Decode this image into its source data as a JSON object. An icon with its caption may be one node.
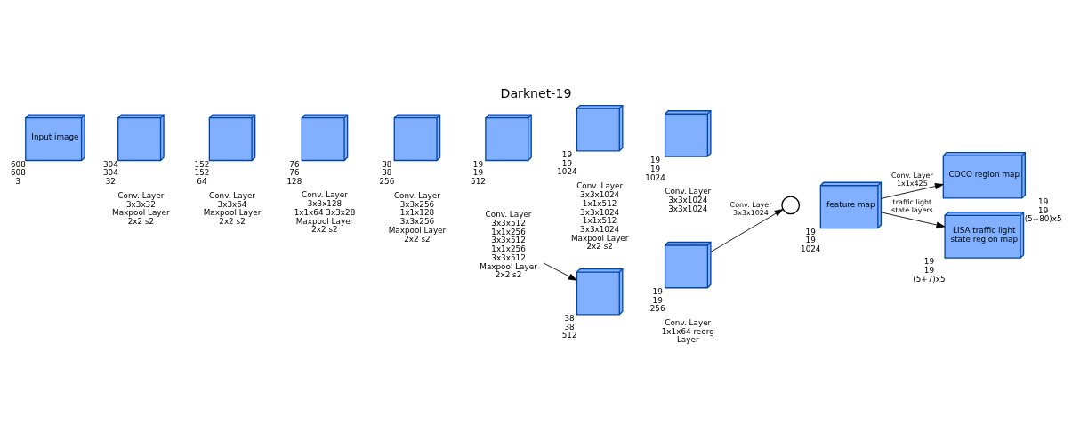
{
  "diagram": {
    "title": "Darknet-19",
    "nodes": [
      {
        "text": [
          "Input image"
        ],
        "beside": [
          "608",
          "608",
          "3"
        ]
      },
      {
        "text": [],
        "shape": "box",
        "beside": [
          "304",
          "304",
          "32"
        ]
      },
      {
        "text": [],
        "shape": "box",
        "beside": [
          "152",
          "152",
          "64"
        ]
      },
      {
        "text": [],
        "shape": "box",
        "beside": [
          "76",
          "76",
          "128"
        ]
      },
      {
        "text": [],
        "shape": "box",
        "beside": [
          "38",
          "38",
          "256"
        ]
      },
      {
        "text": [],
        "shape": "box",
        "beside": [
          "19",
          "19",
          "512"
        ]
      },
      {
        "text": [],
        "shape": "box",
        "beside": [
          "19",
          "19",
          "1024"
        ]
      },
      {
        "text": [],
        "shape": "box",
        "beside": [
          "19",
          "19",
          "1024"
        ]
      },
      {
        "text": [],
        "shape": "circle"
      },
      {
        "text": [
          "feature map"
        ],
        "beside": [
          "19",
          "19",
          "1024"
        ]
      },
      {
        "text": [
          "COCO region map"
        ],
        "beside": [
          "19",
          "19",
          "(5+80)x5"
        ]
      },
      {
        "text": [
          "LISA traffic light state region map"
        ],
        "beside": [
          "19",
          "19",
          "(5+7)x5"
        ]
      },
      {
        "text": [],
        "shape": "box",
        "beside": [
          "38",
          "38",
          "512"
        ]
      },
      {
        "text": [],
        "shape": "box",
        "beside": [
          "19",
          "19",
          "256"
        ]
      },
      {
        "text": [
          "Conv. Layer 3x3x512 1x1x256 3x3x512 1x1x256 3x3x512 Maxpool Layer 2x2 s2"
        ]
      }
    ],
    "edges": [
      {
        "from": 14,
        "to": 12,
        "arrow": "to"
      },
      {
        "from": 13,
        "to": 8,
        "arrow": "to",
        "label": "Conv. Layer 3x3x1024"
      },
      {
        "from": 9,
        "to": 10,
        "arrow": "to",
        "label": "Conv. Layer 1x1x425"
      },
      {
        "from": 9,
        "to": 11,
        "arrow": "to",
        "label": "traffic light state layers"
      }
    ],
    "labels": [
      "Conv. Layer 3x3x32 Maxpool Layer 2x2 s2",
      "Conv. Layer 3x3x64 Maxpool Layer 2x2 s2",
      "Conv. Layer 3x3x128 1x1x64 3x3x28 Maxpool Layer 2x2 s2",
      "Conv. Layer 3x3x256 1x1x128 3x3x256 Maxpool Layer 2x2 s2",
      "Conv. Layer 3x3x1024 1x1x512 3x3x1024 1x1x512 3x3x1024 Maxpool Layer 2x2 s2",
      "Conv. Layer 3x3x1024 3x3x1024",
      "Conv. Layer 1x1x64 reorg Layer"
    ]
  }
}
